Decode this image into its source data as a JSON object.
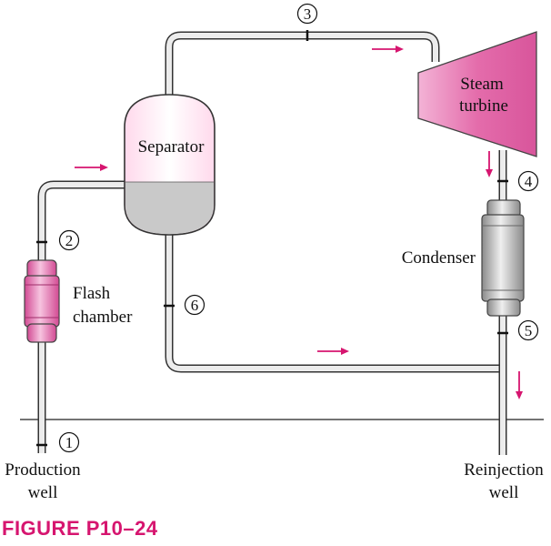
{
  "labels": {
    "separator": "Separator",
    "steam_turbine_line1": "Steam",
    "steam_turbine_line2": "turbine",
    "condenser": "Condenser",
    "flash_line1": "Flash",
    "flash_line2": "chamber",
    "production_line1": "Production",
    "production_line2": "well",
    "reinjection_line1": "Reinjection",
    "reinjection_line2": "well"
  },
  "states": [
    "1",
    "2",
    "3",
    "4",
    "5",
    "6"
  ],
  "figure_caption": "FIGURE P10–24",
  "colors": {
    "accent": "#d6156f",
    "pipe_fill": "#e4e4e4",
    "pipe_stroke": "#333333",
    "component_pink": "#e86ab0",
    "component_gray": "#b8b8b8"
  }
}
